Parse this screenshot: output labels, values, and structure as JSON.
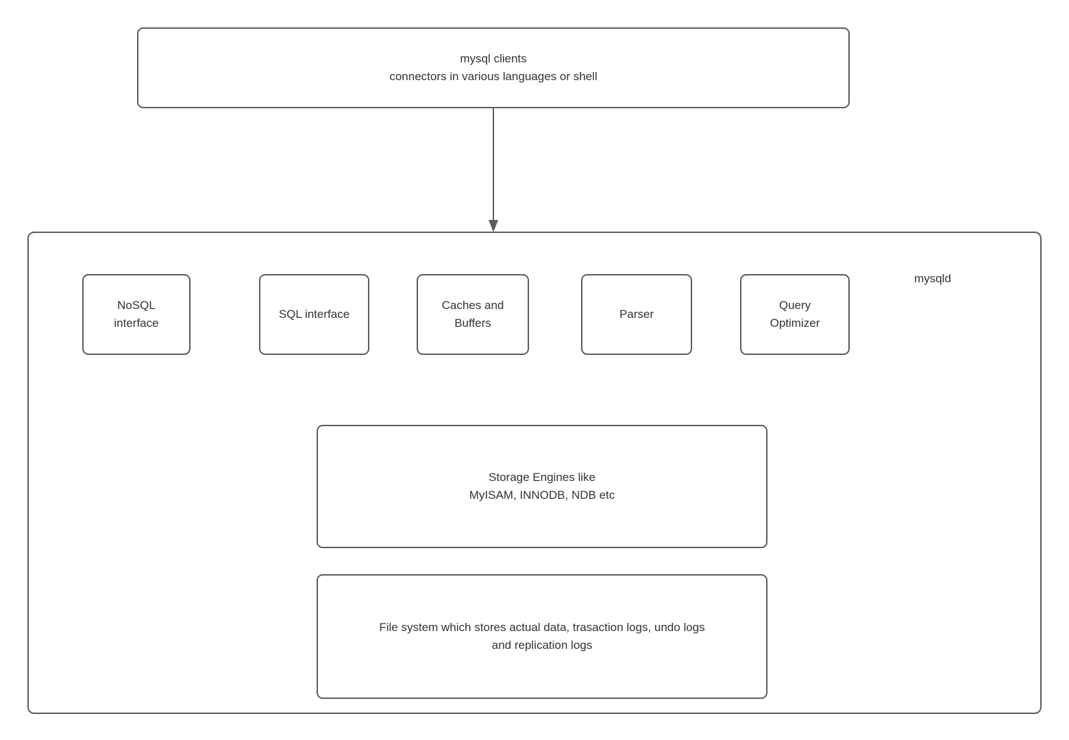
{
  "diagram": {
    "colors": {
      "border": "#5c5c5c",
      "text": "#333333",
      "background": "#ffffff"
    },
    "client_box": {
      "label": "mysql clients\nconnectors in various languages or shell"
    },
    "arrow": {
      "from": "client_box",
      "to": "server_container",
      "direction": "down"
    },
    "server_container": {
      "label": "mysqld"
    },
    "components": [
      {
        "label": "NoSQL\ninterface"
      },
      {
        "label": "SQL interface"
      },
      {
        "label": "Caches and\nBuffers"
      },
      {
        "label": "Parser"
      },
      {
        "label": "Query\nOptimizer"
      }
    ],
    "storage_box": {
      "label": "Storage Engines like\nMyISAM, INNODB, NDB etc"
    },
    "filesystem_box": {
      "label": "File system which stores actual data, trasaction logs, undo logs\nand replication logs"
    }
  }
}
